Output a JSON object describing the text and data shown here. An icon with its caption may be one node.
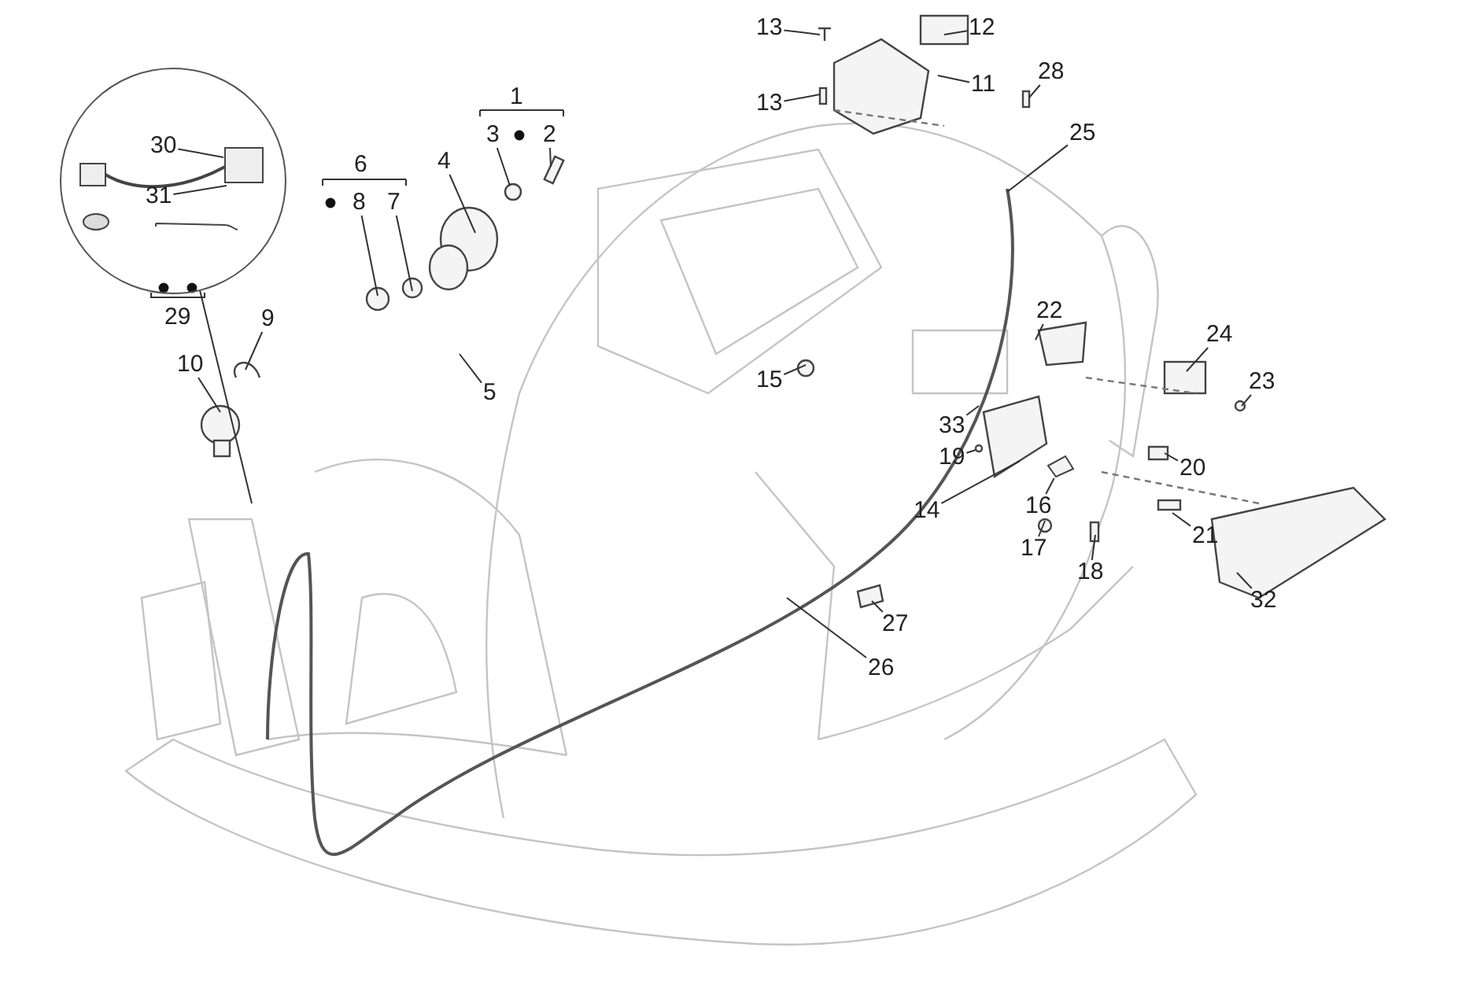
{
  "diagram": {
    "nodes": [
      {
        "text": [],
        "shape": "circle"
      },
      {
        "text": [
          "30"
        ],
        "in": 0
      },
      {
        "text": [
          "31"
        ],
        "in": 0
      },
      {
        "text": [
          "29"
        ]
      },
      {
        "text": [
          "1"
        ]
      },
      {
        "text": [
          "6"
        ]
      },
      {
        "text": [
          "4"
        ]
      },
      {
        "text": [
          "3"
        ]
      },
      {
        "text": [
          "2"
        ]
      },
      {
        "text": [
          "8"
        ]
      },
      {
        "text": [
          "7"
        ]
      },
      {
        "text": [
          "9"
        ]
      },
      {
        "text": [
          "10"
        ]
      },
      {
        "text": [
          "5"
        ]
      },
      {
        "text": [
          "13"
        ]
      },
      {
        "text": [
          "12"
        ]
      },
      {
        "text": [
          "11"
        ]
      },
      {
        "text": [
          "13"
        ]
      },
      {
        "text": [
          "28"
        ]
      },
      {
        "text": [
          "25"
        ]
      },
      {
        "text": [
          "15"
        ]
      },
      {
        "text": [
          "22"
        ]
      },
      {
        "text": [
          "24"
        ]
      },
      {
        "text": [
          "23"
        ]
      },
      {
        "text": [
          "33"
        ]
      },
      {
        "text": [
          "19"
        ]
      },
      {
        "text": [
          "14"
        ]
      },
      {
        "text": [
          "20"
        ]
      },
      {
        "text": [
          "16"
        ]
      },
      {
        "text": [
          "21"
        ]
      },
      {
        "text": [
          "17"
        ]
      },
      {
        "text": [
          "18"
        ]
      },
      {
        "text": [
          "27"
        ]
      },
      {
        "text": [
          "32"
        ]
      },
      {
        "text": [
          "26"
        ]
      },
      {
        "text": [],
        "shape": "picture"
      }
    ],
    "edges": [
      {
        "from": 0,
        "to": null,
        "arrow": "none"
      },
      {
        "from": 1,
        "to": null,
        "arrow": "none"
      },
      {
        "from": 2,
        "to": null,
        "arrow": "none"
      },
      {
        "from": 6,
        "to": null,
        "arrow": "none"
      },
      {
        "from": 7,
        "to": null,
        "arrow": "none"
      },
      {
        "from": 8,
        "to": null,
        "arrow": "none"
      },
      {
        "from": 9,
        "to": null,
        "arrow": "none"
      },
      {
        "from": 10,
        "to": null,
        "arrow": "none"
      },
      {
        "from": 11,
        "to": null,
        "arrow": "none"
      },
      {
        "from": 12,
        "to": null,
        "arrow": "none"
      },
      {
        "from": 13,
        "to": null,
        "arrow": "none"
      },
      {
        "from": 14,
        "to": null,
        "arrow": "none"
      },
      {
        "from": 15,
        "to": null,
        "arrow": "none"
      },
      {
        "from": 16,
        "to": null,
        "arrow": "none"
      },
      {
        "from": 17,
        "to": null,
        "arrow": "none"
      },
      {
        "from": 18,
        "to": null,
        "arrow": "none"
      },
      {
        "from": 19,
        "to": null,
        "arrow": "none"
      },
      {
        "from": 20,
        "to": null,
        "arrow": "none"
      },
      {
        "from": 21,
        "to": null,
        "arrow": "none"
      },
      {
        "from": 22,
        "to": null,
        "arrow": "none"
      },
      {
        "from": 23,
        "to": null,
        "arrow": "none"
      },
      {
        "from": 24,
        "to": null,
        "arrow": "none"
      },
      {
        "from": 25,
        "to": null,
        "arrow": "none"
      },
      {
        "from": 26,
        "to": null,
        "arrow": "none"
      },
      {
        "from": 27,
        "to": null,
        "arrow": "none"
      },
      {
        "from": 28,
        "to": 35,
        "arrow": "none"
      },
      {
        "from": 29,
        "to": null,
        "arrow": "none"
      },
      {
        "from": 30,
        "to": null,
        "arrow": "none"
      },
      {
        "from": 31,
        "to": null,
        "arrow": "none"
      },
      {
        "from": 32,
        "to": null,
        "arrow": "none"
      },
      {
        "from": 33,
        "to": null,
        "arrow": "none"
      },
      {
        "from": 34,
        "to": null,
        "arrow": "none"
      }
    ]
  }
}
